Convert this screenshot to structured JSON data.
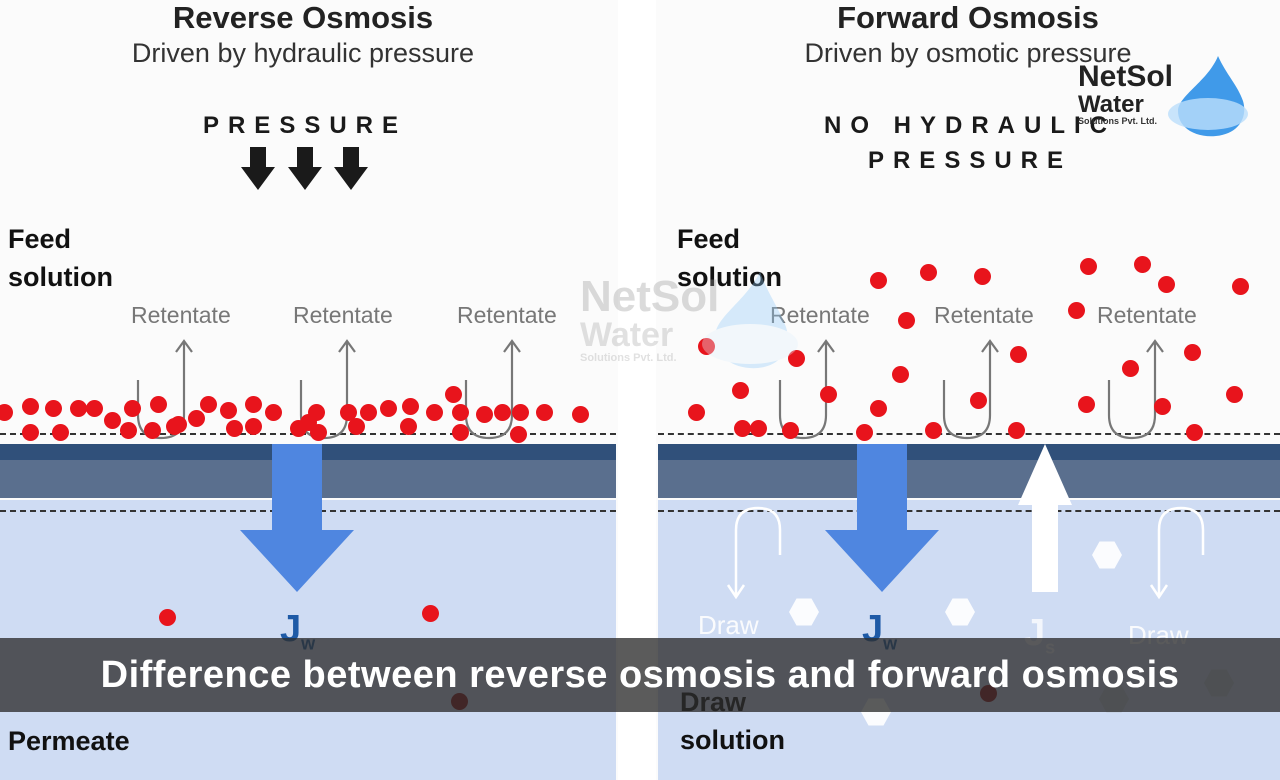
{
  "left": {
    "title": "Reverse Osmosis",
    "subtitle": "Driven by hydraulic pressure",
    "pressure": "PRESSURE",
    "feed": "Feed\nsolution",
    "retentate": [
      "Retentate",
      "Retentate",
      "Retentate"
    ],
    "flux": "J",
    "flux_sub": "w",
    "bottom": "Permeate"
  },
  "right": {
    "title": "Forward Osmosis",
    "subtitle": "Driven by osmotic pressure",
    "pressure_line1": "NO HYDRAULIC",
    "pressure_line2": "PRESSURE",
    "feed": "Feed\nsolution",
    "retentate": [
      "Retentate",
      "Retentate",
      "Retentate"
    ],
    "flux_w": "J",
    "flux_w_sub": "w",
    "flux_s": "J",
    "flux_s_sub": "s",
    "draw_labels": [
      "Draw",
      "Draw"
    ],
    "bottom": "Draw\nsolution"
  },
  "logo": {
    "line1": "NetSol",
    "line2": "Water",
    "line3": "Solutions Pvt. Ltd."
  },
  "banner": "Difference between reverse osmosis and forward osmosis",
  "colors": {
    "solute": "#e8141c",
    "membrane": "#30507a",
    "permeate": "#cfdcf3",
    "flux_arrow": "#4f86e0",
    "banner": "#2d2d2d"
  }
}
